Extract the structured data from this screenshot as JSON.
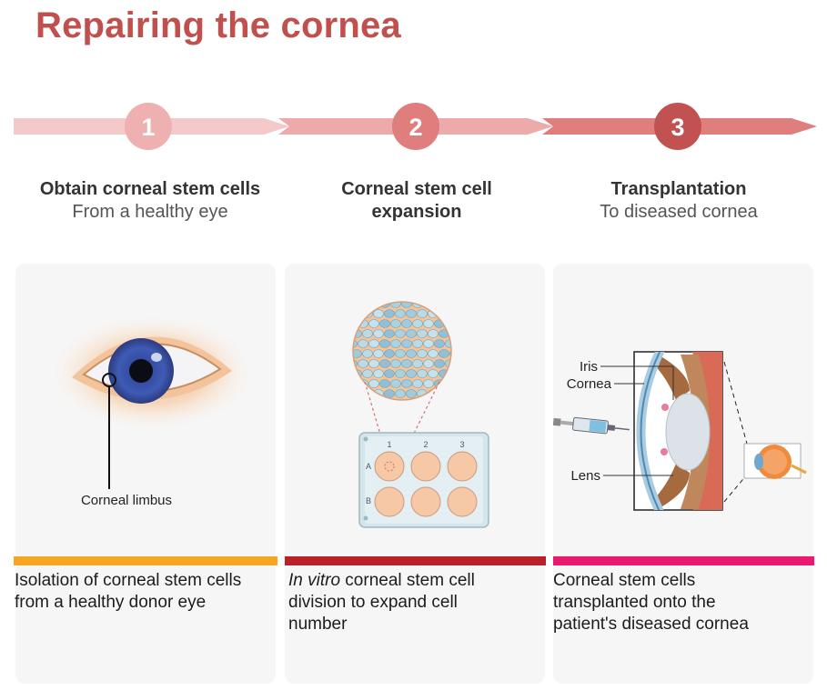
{
  "title": "Repairing the cornea",
  "steps": [
    {
      "number": "1",
      "heading": "Obtain corneal stem cells",
      "subheading": "From a healthy eye",
      "description": "Isolation of corneal stem cells from a healthy donor eye",
      "bar_color": "#f5a623",
      "circle_color": "#eeb0b0"
    },
    {
      "number": "2",
      "heading": "Corneal stem cell expansion",
      "subheading": "",
      "description_italic": "In vitro",
      "description": " corneal stem cell division to expand cell number",
      "bar_color": "#b9202a",
      "circle_color": "#e07d7d"
    },
    {
      "number": "3",
      "heading": "Transplantation",
      "subheading": "To diseased cornea",
      "description": "Corneal stem cells transplanted onto the patient's diseased cornea",
      "bar_color": "#e8196e",
      "circle_color": "#c25252"
    }
  ],
  "labels": {
    "limbus": "Corneal limbus",
    "iris": "Iris",
    "cornea": "Cornea",
    "lens": "Lens",
    "plate_cols": [
      "1",
      "2",
      "3"
    ],
    "plate_rows": [
      "A",
      "B"
    ]
  }
}
